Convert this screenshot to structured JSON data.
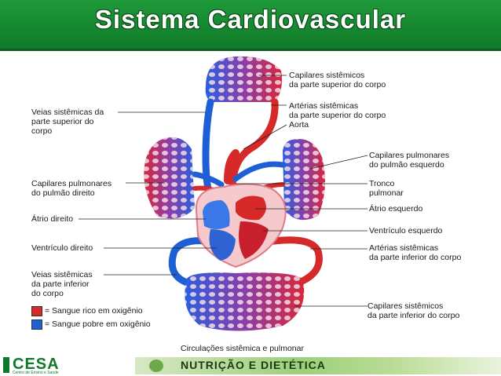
{
  "title": "Sistema Cardiovascular",
  "labels": {
    "veias_superior": "Veias sistêmicas da\nparte superior do\ncorpo",
    "capilares_pulm_dir": "Capilares pulmonares\ndo pulmão direito",
    "atrio_dir": "Átrio direito",
    "ventriculo_dir": "Ventrículo direito",
    "veias_inferior": "Veias sistêmicas\nda parte inferior\ndo corpo",
    "cap_sist_superior": "Capilares sistêmicos\nda parte superior do corpo",
    "art_sist_superior": "Artérias sistêmicas\nda parte superior do corpo",
    "aorta": "Aorta",
    "cap_pulm_esq": "Capilares pulmonares\ndo pulmão esquerdo",
    "tronco": "Tronco\npulmonar",
    "atrio_esq": "Átrio esquerdo",
    "ventriculo_esq": "Ventrículo esquerdo",
    "art_sist_inferior": "Artérias sistêmicas\nda parte inferior do corpo",
    "cap_sist_inferior": "Capilares sistêmicos\nda parte inferior do corpo"
  },
  "legend": [
    {
      "text": "= Sangue rico em oxigênio",
      "color": "#d62a2a"
    },
    {
      "text": "= Sangue pobre em oxigênio",
      "color": "#1f5fd6"
    }
  ],
  "caption": "Circulações sistêmica e pulmonar",
  "footer": {
    "logo": "CESA",
    "logo_sub": "Centro de Ensino e Saúde",
    "banner": "NUTRIÇÃO E DIETÉTICA"
  },
  "colors": {
    "oxygen_rich": "#d62a2a",
    "oxygen_poor": "#1f5fd6",
    "title_bar": "#148a33"
  }
}
